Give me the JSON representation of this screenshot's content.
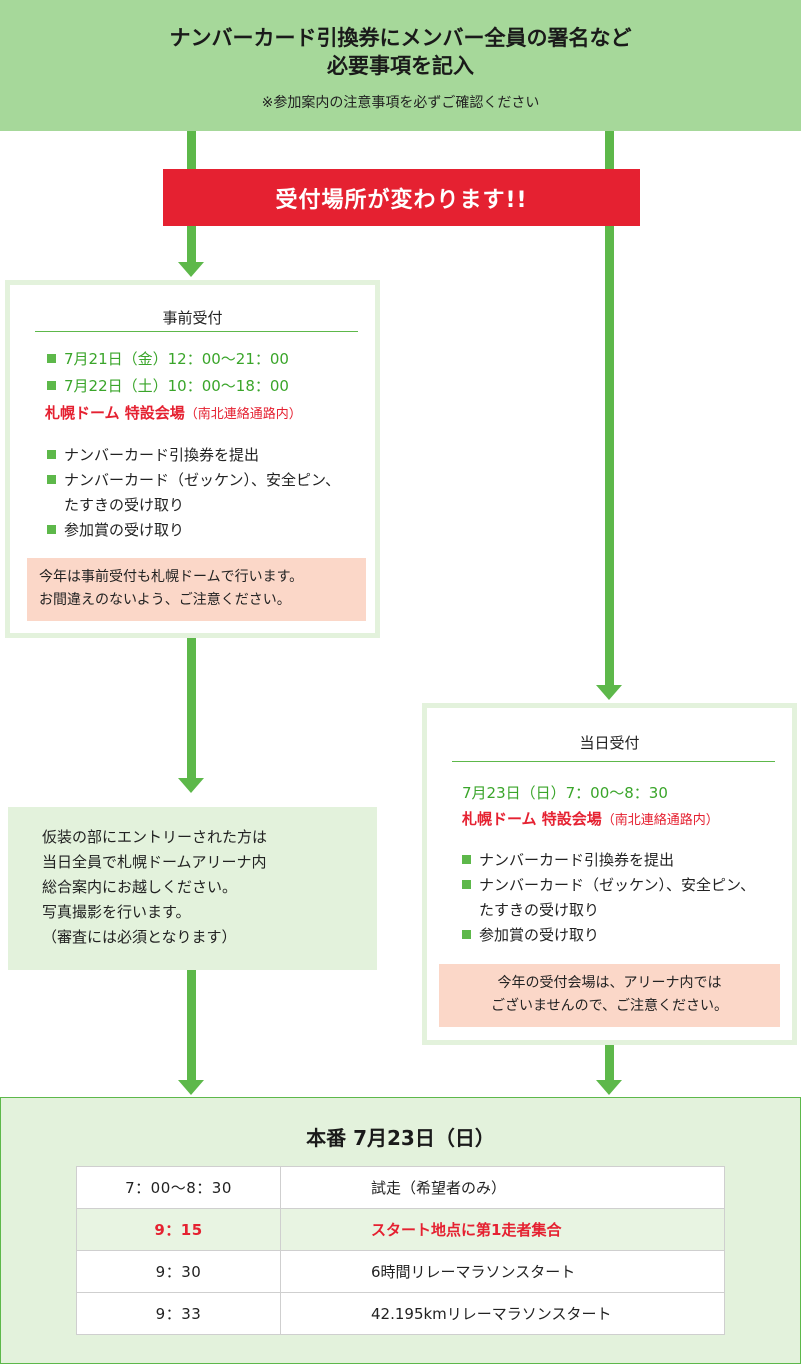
{
  "header": {
    "line1": "ナンバーカード引換券にメンバー全員の署名など",
    "line2": "必要事項を記入",
    "note": "※参加案内の注意事項を必ずご確認ください"
  },
  "notice": "受付場所が変わります!!",
  "pre_reception": {
    "title": "事前受付",
    "date1": "7月21日（金）12：00～21：00",
    "date2": "7月22日（土）10：00～18：00",
    "venue": "札幌ドーム 特設会場",
    "venue_sub": "（南北連絡通路内）",
    "items": [
      "ナンバーカード引換券を提出",
      "ナンバーカード（ゼッケン）、安全ピン、",
      "たすきの受け取り",
      "参加賞の受け取り"
    ],
    "note_line1": "今年は事前受付も札幌ドームで行います。",
    "note_line2": "お間違えのないよう、ご注意ください。"
  },
  "costume_info": {
    "lines": [
      "仮装の部にエントリーされた方は",
      "当日全員で札幌ドームアリーナ内",
      "総合案内にお越しください。",
      "写真撮影を行います。",
      "（審査には必須となります）"
    ]
  },
  "same_day_reception": {
    "title": "当日受付",
    "date": "7月23日（日）7：00～8：30",
    "venue": "札幌ドーム 特設会場",
    "venue_sub": "（南北連絡通路内）",
    "items": [
      "ナンバーカード引換券を提出",
      "ナンバーカード（ゼッケン）、安全ピン、",
      "たすきの受け取り",
      "参加賞の受け取り"
    ],
    "note_line1": "今年の受付会場は、アリーナ内では",
    "note_line2": "ございませんので、ご注意ください。"
  },
  "main_event": {
    "title": "本番 7月23日（日）",
    "schedule": [
      {
        "time": "7：00～8：30",
        "desc": "試走（希望者のみ）"
      },
      {
        "time": "9：15",
        "desc": "スタート地点に第1走者集合"
      },
      {
        "time": "9：30",
        "desc": "6時間リレーマラソンスタート"
      },
      {
        "time": "9：33",
        "desc": "42.195kmリレーマラソンスタート"
      }
    ]
  },
  "colors": {
    "accent_green": "#5db84a",
    "header_green": "#a6d89a",
    "light_green": "#e3f2dc",
    "alert_red": "#e52131",
    "note_pink": "#fbd7c8"
  }
}
